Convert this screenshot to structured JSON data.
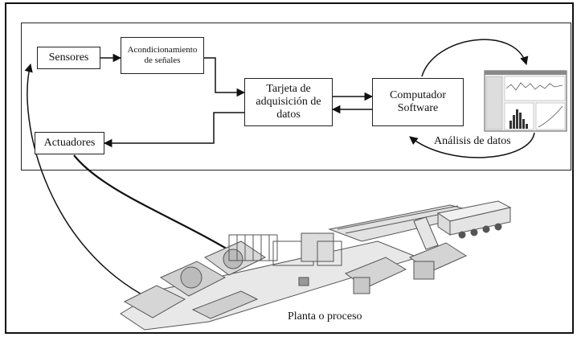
{
  "diagram": {
    "sensores": "Sensores",
    "acondicionamiento_1": "Acondicionamiento",
    "acondicionamiento_2": "de señales",
    "tarjeta_1": "Tarjeta de",
    "tarjeta_2": "adquisición de",
    "tarjeta_3": "datos",
    "computador_1": "Computador",
    "computador_2": "Software",
    "actuadores": "Actuadores",
    "analisis": "Análisis de datos",
    "planta": "Planta o proceso"
  },
  "colors": {
    "line": "#111111",
    "plant_stroke": "#555555",
    "plant_fill": "#e8e8e8"
  }
}
